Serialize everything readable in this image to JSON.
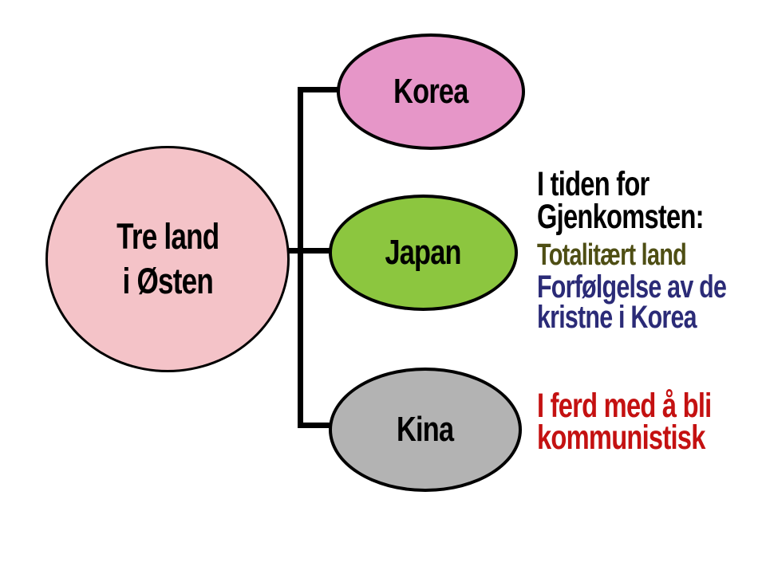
{
  "slide": {
    "type": "concept-diagram",
    "stroke_color": "#000000",
    "root": {
      "label_line1": "Tre land",
      "label_line2": "i Østen",
      "fill": "#f4c3c8"
    },
    "nodes": [
      {
        "id": "korea",
        "label": "Korea",
        "fill": "#e696c8"
      },
      {
        "id": "japan",
        "label": "Japan",
        "fill": "#8cc63f"
      },
      {
        "id": "kina",
        "label": "Kina",
        "fill": "#b3b3b3"
      }
    ],
    "annotations": [
      {
        "id": "gjenkomsten",
        "line1": "I tiden for",
        "line2": "Gjenkomsten:",
        "color": "#000000"
      },
      {
        "id": "totalitaert",
        "line1": "Totalitært land",
        "line2": "",
        "color": "#4e4e14"
      },
      {
        "id": "forfolgelse",
        "line1": "Forfølgelse av de",
        "line2": "kristne i Korea",
        "color": "#2b2b77"
      },
      {
        "id": "kommunistisk",
        "line1": "I ferd med å bli",
        "line2": "kommunistisk",
        "color": "#c41111"
      }
    ]
  }
}
